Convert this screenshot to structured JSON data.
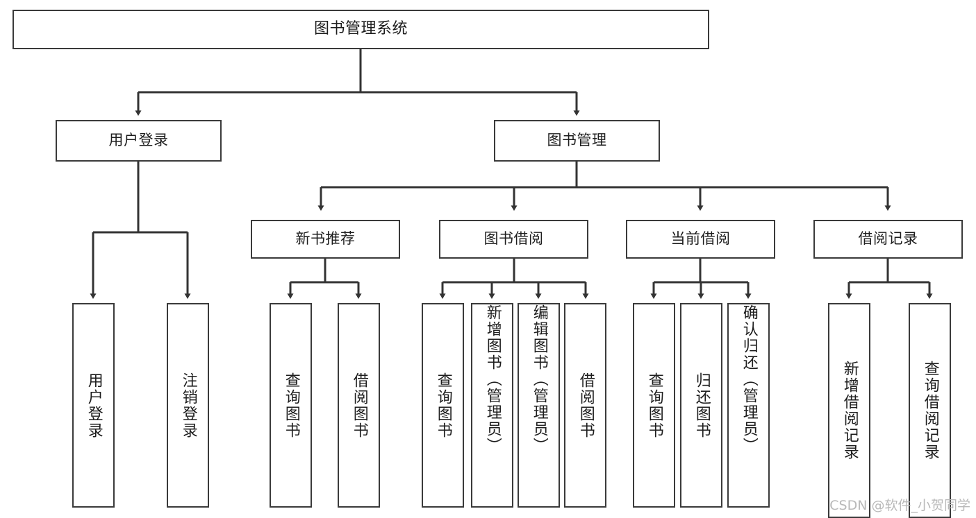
{
  "diagram": {
    "title": "图书管理系统",
    "type": "tree-structure-chart",
    "watermark": "CSDN @软件_小贺同学",
    "colors": {
      "border": "#3a3a3a",
      "fill": "#ffffff",
      "text": "#1d1d1d",
      "edge": "#333333",
      "watermark": "#b9b9b9"
    },
    "nodes": {
      "root": {
        "label": "图书管理系统"
      },
      "level1": [
        {
          "id": "user-login",
          "label": "用户登录"
        },
        {
          "id": "book-manage",
          "label": "图书管理"
        }
      ],
      "level2": [
        {
          "id": "new-book-recommend",
          "label": "新书推荐"
        },
        {
          "id": "book-borrow",
          "label": "图书借阅"
        },
        {
          "id": "current-borrow",
          "label": "当前借阅"
        },
        {
          "id": "borrow-record",
          "label": "借阅记录"
        }
      ],
      "leaves": {
        "user_login": [
          {
            "id": "leaf-user-login",
            "label": "用户登录"
          },
          {
            "id": "leaf-logout-login",
            "label": "注销登录"
          }
        ],
        "new_book_recommend": [
          {
            "id": "leaf-query-book-1",
            "label": "查询图书"
          },
          {
            "id": "leaf-borrow-book-1",
            "label": "借阅图书"
          }
        ],
        "book_borrow": [
          {
            "id": "leaf-query-book-2",
            "label": "查询图书"
          },
          {
            "id": "leaf-add-book",
            "label": "新增图书（管理员）"
          },
          {
            "id": "leaf-edit-book",
            "label": "编辑图书（管理员）"
          },
          {
            "id": "leaf-borrow-book-2",
            "label": "借阅图书"
          }
        ],
        "current_borrow": [
          {
            "id": "leaf-query-book-3",
            "label": "查询图书"
          },
          {
            "id": "leaf-return-book",
            "label": "归还图书"
          },
          {
            "id": "leaf-confirm-return",
            "label": "确认归还（管理员）"
          }
        ],
        "borrow_record": [
          {
            "id": "leaf-add-record",
            "label": "新增借阅记录"
          },
          {
            "id": "leaf-query-record",
            "label": "查询借阅记录"
          }
        ]
      }
    }
  }
}
